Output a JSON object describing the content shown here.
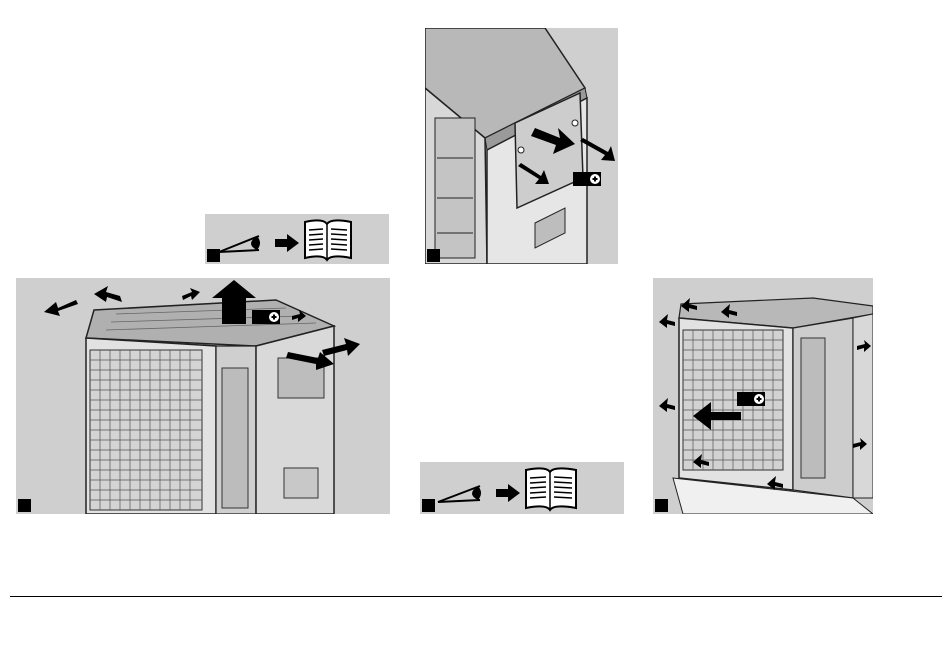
{
  "page": {
    "title": ""
  },
  "steps": [
    {
      "name": "read-manual-top",
      "marker": ""
    },
    {
      "name": "side-panel-removal",
      "marker": ""
    },
    {
      "name": "top-cover-removal",
      "marker": ""
    },
    {
      "name": "read-manual-bottom",
      "marker": ""
    },
    {
      "name": "front-panel-removal",
      "marker": ""
    }
  ],
  "icons": [
    "eye-icon",
    "arrow-icon",
    "open-book-icon",
    "tool-badge-icon",
    "removal-arrow-icon"
  ],
  "colors": {
    "panel": "#cfcfcf",
    "marker": "#000000",
    "outline": "#1a1a1a"
  }
}
